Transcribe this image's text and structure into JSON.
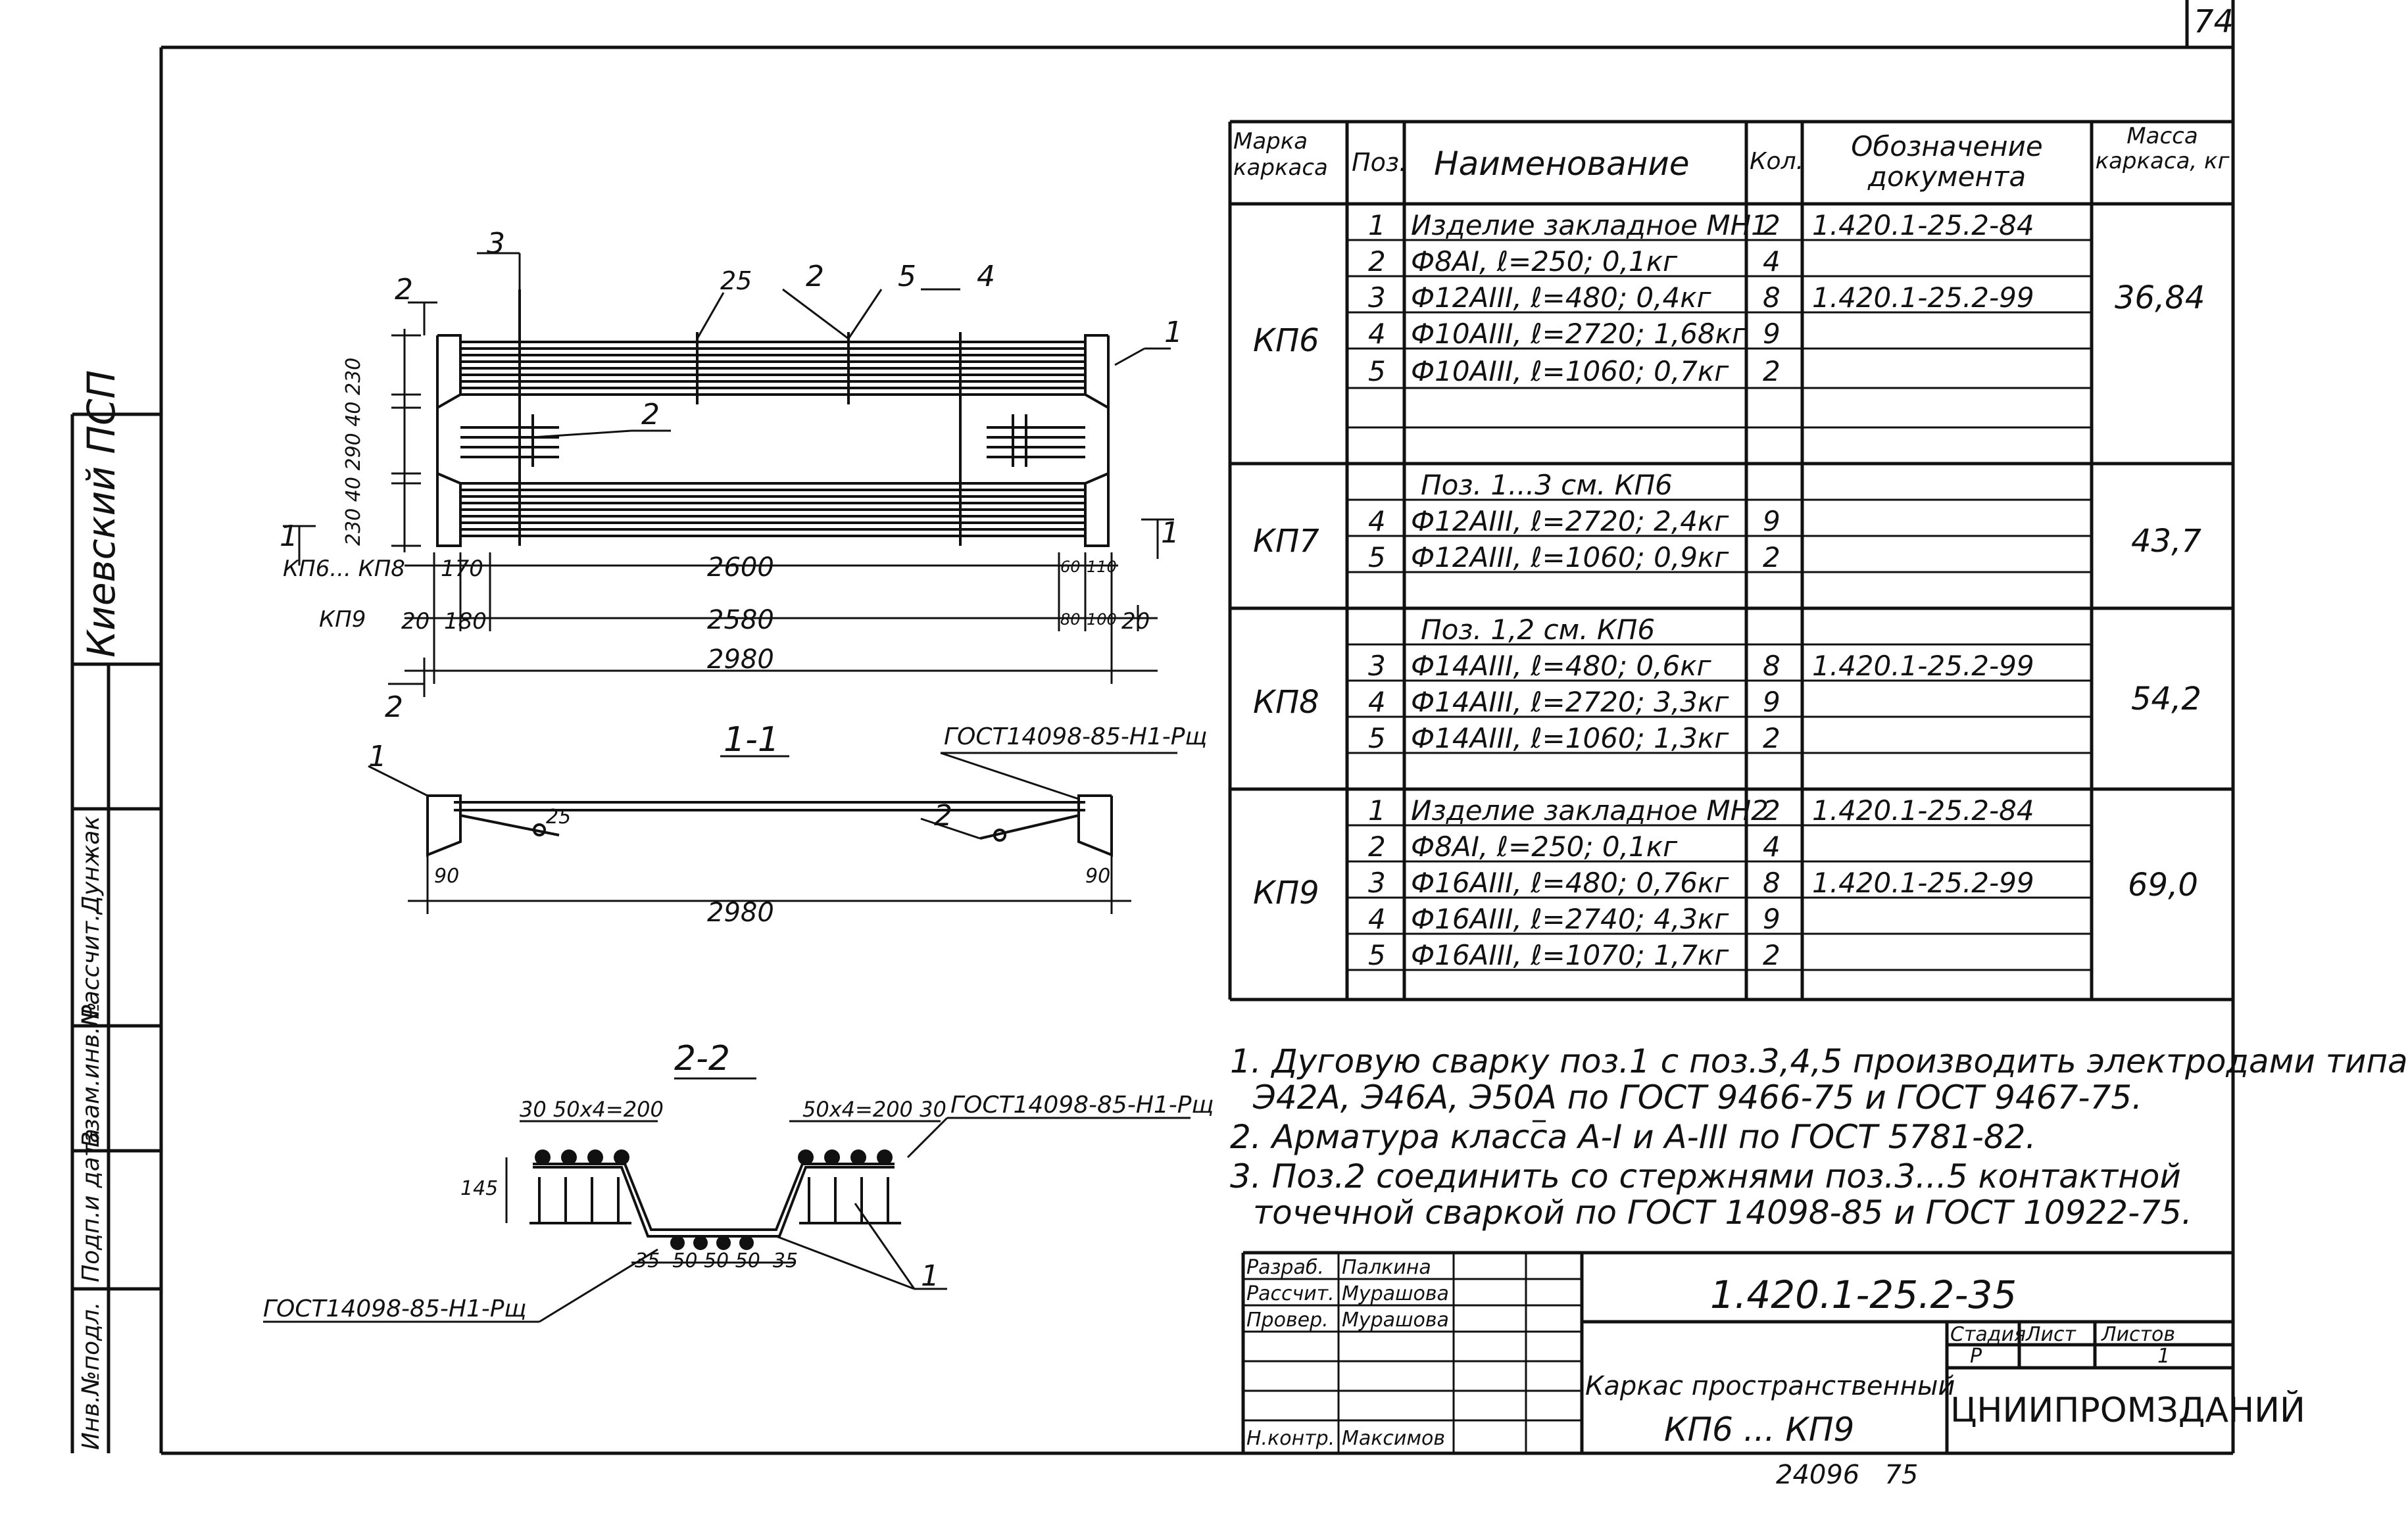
{
  "sheet": {
    "page_number": "74",
    "document_code": "1.420.1-25.2-35",
    "title_line1": "Каркас пространственный",
    "title_line2": "КП6 ... КП9",
    "organization": "ЦНИИПРОМЗДАНИЙ",
    "stage_label": "Стадия",
    "sheet_label": "Лист",
    "sheets_label": "Листов",
    "stage_value": "Р",
    "sheets_value": "1",
    "bottom_numbers": "24096   75",
    "signatures": [
      {
        "role": "Разраб.",
        "name": "Палкина"
      },
      {
        "role": "Рассчит.",
        "name": "Мурашова"
      },
      {
        "role": "Провер.",
        "name": "Мурашова"
      },
      {
        "role": "",
        "name": ""
      },
      {
        "role": "",
        "name": ""
      },
      {
        "role": "",
        "name": ""
      },
      {
        "role": "Н.контр.",
        "name": "Максимов"
      }
    ],
    "left_stamp": {
      "org": "Киевский ПСП",
      "labels": [
        "Рассчит.",
        "Дунжак",
        "Взам.инв.№",
        "Подп.и дата",
        "Инв.№подл."
      ]
    }
  },
  "spec_table": {
    "headers": {
      "mark": "Марка каркаса",
      "pos": "Поз.",
      "name": "Наименование",
      "qty": "Кол.",
      "doc": "Обозначение документа",
      "mass": "Масса каркаса, кг"
    },
    "groups": [
      {
        "mark": "КП6",
        "mass": "36,84",
        "rows": [
          {
            "pos": "1",
            "name": "Изделие закладное МН1",
            "qty": "2",
            "doc": "1.420.1-25.2-84"
          },
          {
            "pos": "2",
            "name": "Ф8АI, ℓ=250; 0,1кг",
            "qty": "4",
            "doc": ""
          },
          {
            "pos": "3",
            "name": "Ф12АIII, ℓ=480; 0,4кг",
            "qty": "8",
            "doc": "1.420.1-25.2-99"
          },
          {
            "pos": "4",
            "name": "Ф10АIII, ℓ=2720; 1,68кг",
            "qty": "9",
            "doc": ""
          },
          {
            "pos": "5",
            "name": "Ф10АIII, ℓ=1060; 0,7кг",
            "qty": "2",
            "doc": ""
          },
          {
            "pos": "",
            "name": "",
            "qty": "",
            "doc": ""
          }
        ]
      },
      {
        "mark": "КП7",
        "mass": "43,7",
        "rows": [
          {
            "pos": "",
            "name": "Поз. 1...3 см. КП6",
            "qty": "",
            "doc": ""
          },
          {
            "pos": "4",
            "name": "Ф12АIII, ℓ=2720; 2,4кг",
            "qty": "9",
            "doc": ""
          },
          {
            "pos": "5",
            "name": "Ф12АIII, ℓ=1060; 0,9кг",
            "qty": "2",
            "doc": ""
          },
          {
            "pos": "",
            "name": "",
            "qty": "",
            "doc": ""
          }
        ]
      },
      {
        "mark": "КП8",
        "mass": "54,2",
        "rows": [
          {
            "pos": "",
            "name": "Поз. 1,2 см. КП6",
            "qty": "",
            "doc": ""
          },
          {
            "pos": "3",
            "name": "Ф14АIII, ℓ=480; 0,6кг",
            "qty": "8",
            "doc": "1.420.1-25.2-99"
          },
          {
            "pos": "4",
            "name": "Ф14АIII, ℓ=2720; 3,3кг",
            "qty": "9",
            "doc": ""
          },
          {
            "pos": "5",
            "name": "Ф14АIII, ℓ=1060; 1,3кг",
            "qty": "2",
            "doc": ""
          },
          {
            "pos": "",
            "name": "",
            "qty": "",
            "doc": ""
          }
        ]
      },
      {
        "mark": "КП9",
        "mass": "69,0",
        "rows": [
          {
            "pos": "1",
            "name": "Изделие закладное МН2",
            "qty": "2",
            "doc": "1.420.1-25.2-84"
          },
          {
            "pos": "2",
            "name": "Ф8АI, ℓ=250; 0,1кг",
            "qty": "4",
            "doc": ""
          },
          {
            "pos": "3",
            "name": "Ф16АIII, ℓ=480; 0,76кг",
            "qty": "8",
            "doc": "1.420.1-25.2-99"
          },
          {
            "pos": "4",
            "name": "Ф16АIII, ℓ=2740; 4,3кг",
            "qty": "9",
            "doc": ""
          },
          {
            "pos": "5",
            "name": "Ф16АIII, ℓ=1070; 1,7кг",
            "qty": "2",
            "doc": ""
          },
          {
            "pos": "",
            "name": "",
            "qty": "",
            "doc": ""
          }
        ]
      }
    ]
  },
  "notes": [
    "1. Дуговую сварку поз.1 с поз.3,4,5 производить электродами типа",
    "Э42А, Э46А, Э50А по ГОСТ 9466-75 и ГОСТ 9467-75.",
    "2. Арматура класса А-I и А-III по ГОСТ 5781-82.",
    "3. Поз.2 соединить со стержнями поз.3...5 контактной",
    "точечной сваркой по ГОСТ 14098-85 и ГОСТ 10922-75."
  ],
  "drawing": {
    "plan_dims": {
      "marks_kp6_kp8": "КП6... КП8",
      "mark_kp9": "КП9",
      "d170": "170",
      "d2600": "2600",
      "d60": "60",
      "d110": "110",
      "d20a": "20",
      "d180": "180",
      "d2580": "2580",
      "d80": "80",
      "d100": "100",
      "d20b": "20",
      "d2980": "2980",
      "side_dims": "230 40 290 40 230",
      "callouts": [
        "3",
        "25",
        "2",
        "5",
        "4",
        "1",
        "2",
        "2",
        "1",
        "1",
        "2"
      ]
    },
    "section_1_1": {
      "title": "1-1",
      "gost": "ГОСТ14098-85-Н1-Рщ",
      "d25": "25",
      "d90a": "90",
      "d90b": "90",
      "d2980": "2980",
      "callouts": [
        "1",
        "2"
      ]
    },
    "section_2_2": {
      "title": "2-2",
      "dim_left": "30 50х4=200",
      "dim_right": "50х4=200 30",
      "d145": "145",
      "dim_bottom": "35  50 50 50  35",
      "gost_right": "ГОСТ14098-85-Н1-Рщ",
      "gost_left": "ГОСТ14098-85-Н1-Рщ",
      "callout": "1"
    }
  }
}
